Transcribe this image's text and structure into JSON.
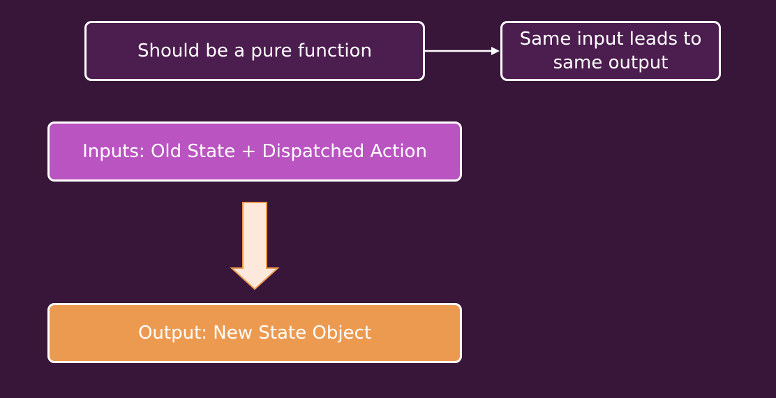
{
  "diagram": {
    "nodes": {
      "pure": {
        "label": "Should be a pure function"
      },
      "same": {
        "label": "Same input leads to same output"
      },
      "inputs": {
        "label": "Inputs: Old State + Dispatched Action"
      },
      "output": {
        "label": "Output: New State Object"
      }
    },
    "edges": [
      {
        "from": "pure",
        "to": "same",
        "style": "line-arrow"
      },
      {
        "from": "inputs",
        "to": "output",
        "style": "block-arrow"
      }
    ]
  },
  "colors": {
    "background": "#38163a",
    "dark_box": "#4c1d4f",
    "inputs_box": "#b954c1",
    "output_box": "#ed9a51",
    "border": "#ffffff",
    "block_arrow_fill": "#fde9dc",
    "block_arrow_stroke": "#ed9a51"
  }
}
